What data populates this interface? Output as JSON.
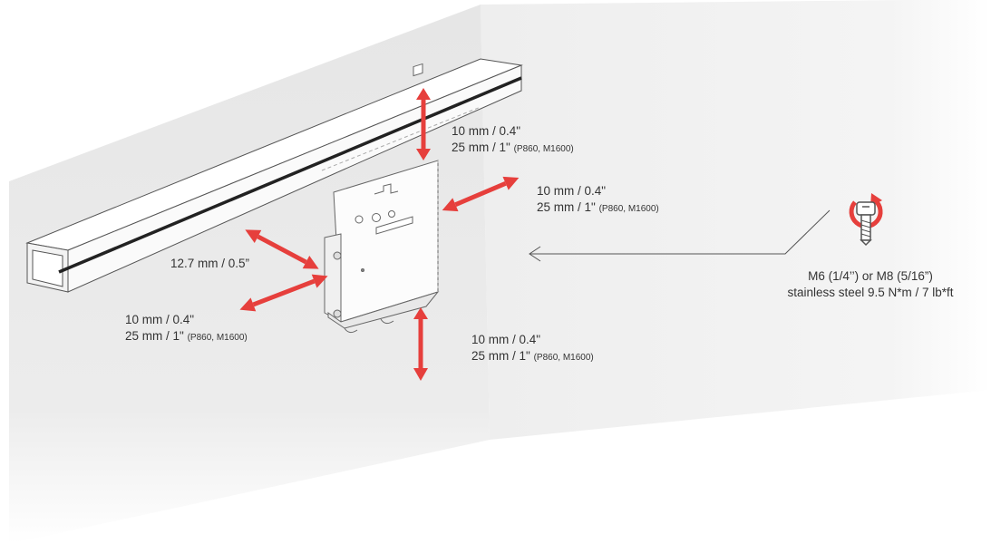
{
  "colors": {
    "arrow": "#e63f3c",
    "wall_left": "#e9e9e9",
    "wall_right": "#f1f1f1",
    "line": "#555555",
    "label": "#333333"
  },
  "icons": [
    "bolt-torque-icon",
    "rotation-arrow-icon"
  ],
  "clearances": {
    "top": {
      "line1": "10 mm / 0.4\"",
      "line2": "25 mm / 1\"",
      "note": "(P860, M1600)"
    },
    "right": {
      "line1": "10 mm / 0.4\"",
      "line2": "25 mm / 1\"",
      "note": "(P860, M1600)"
    },
    "side": {
      "line1": "12.7 mm / 0.5”"
    },
    "left": {
      "line1": "10 mm / 0.4\"",
      "line2": "25 mm / 1\"",
      "note": "(P860, M1600)"
    },
    "bottom": {
      "line1": "10 mm / 0.4\"",
      "line2": "25 mm / 1\"",
      "note": "(P860, M1600)"
    }
  },
  "fastener": {
    "line1": "M6 (1/4’’) or M8 (5/16”)",
    "line2": "stainless steel 9.5 N*m / 7 lb*ft"
  }
}
